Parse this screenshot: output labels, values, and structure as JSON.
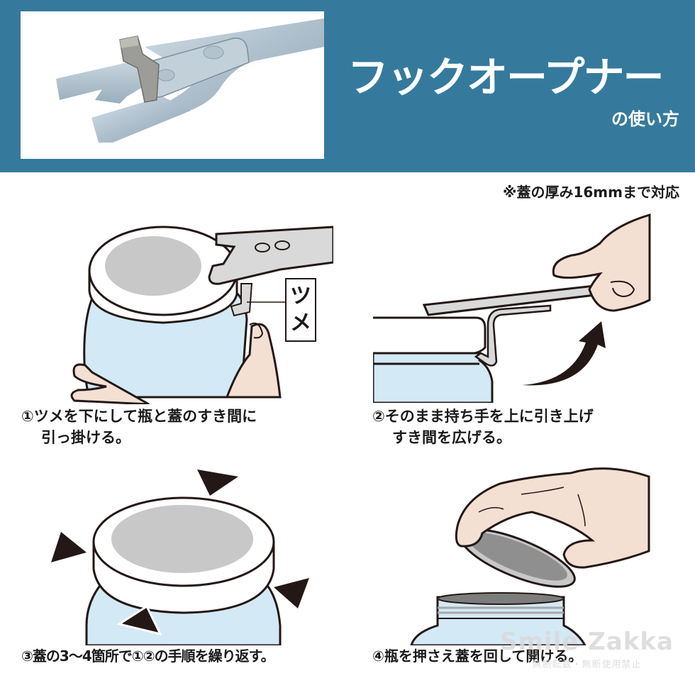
{
  "header": {
    "title": "フックオープナー",
    "subtitle": "の使い方",
    "background_color": "#357a9c",
    "photo": "product-photo-hook-opener"
  },
  "note": "※蓋の厚み16mmまで対応",
  "steps": [
    {
      "number": "①",
      "line1": "①ツメを下にして瓶と蓋のすき間に",
      "line2": "引っ掛ける。",
      "illustration": "hook-under-lid",
      "label": "ツメ"
    },
    {
      "number": "②",
      "line1": "②そのまま持ち手を上に引き上げ",
      "line2": "すき間を広げる。",
      "illustration": "lift-handle-arrow"
    },
    {
      "number": "③",
      "line1": "③蓋の3〜4箇所で①②の手順を繰り返す。",
      "illustration": "lid-with-four-arrows"
    },
    {
      "number": "④",
      "line1": "④瓶を押さえ蓋を回して開ける。",
      "illustration": "twist-lid-off"
    }
  ],
  "watermark": {
    "main": "Smile Zakka",
    "sub": "無断転載・無断使用禁止"
  },
  "colors": {
    "jar": "#d3e9f6",
    "lid_top": "#c8c8c8",
    "skin": "#f4dfd3",
    "metal": "#d9d9d9",
    "outline": "#231815"
  }
}
